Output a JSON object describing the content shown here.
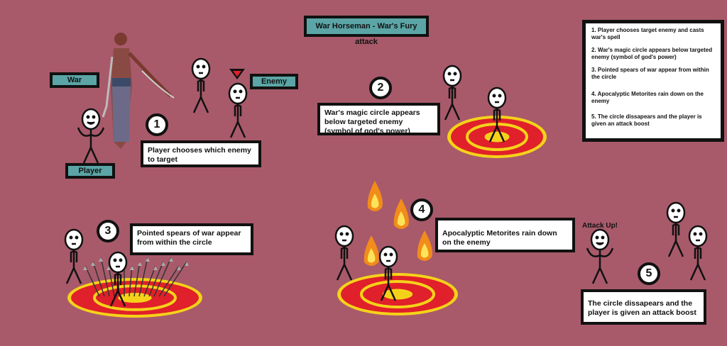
{
  "title": "War Horseman - War's Fury attack",
  "labels": {
    "war": "War",
    "enemy": "Enemy",
    "player": "Player",
    "attack_up": "Attack Up!"
  },
  "steps": [
    {
      "number": "1",
      "caption": "Player chooses which enemy to target"
    },
    {
      "number": "2",
      "caption": "War's magic circle appears below targeted enemy (symbol of god's power)"
    },
    {
      "number": "3",
      "caption": "Pointed spears of war appear from within the circle"
    },
    {
      "number": "4",
      "caption": "Apocalyptic Metorites rain down on the enemy"
    },
    {
      "number": "5",
      "caption": "The circle dissapears and the player is given an attack boost"
    }
  ],
  "summary": [
    "1. Player chooses target enemy and casts war's spell",
    "2. War's magic circle appears below targeted enemy (symbol of god's power)",
    "3. Pointed spears of war appear from within the circle",
    "4. Apocalyptic Metorites rain down on the enemy",
    "5. The circle dissapears and the player is given an attack boost"
  ],
  "colors": {
    "background": "#a85a6a",
    "label": "#5ba5a6",
    "circle_red": "#e0202a",
    "circle_yellow": "#f5d21a"
  }
}
